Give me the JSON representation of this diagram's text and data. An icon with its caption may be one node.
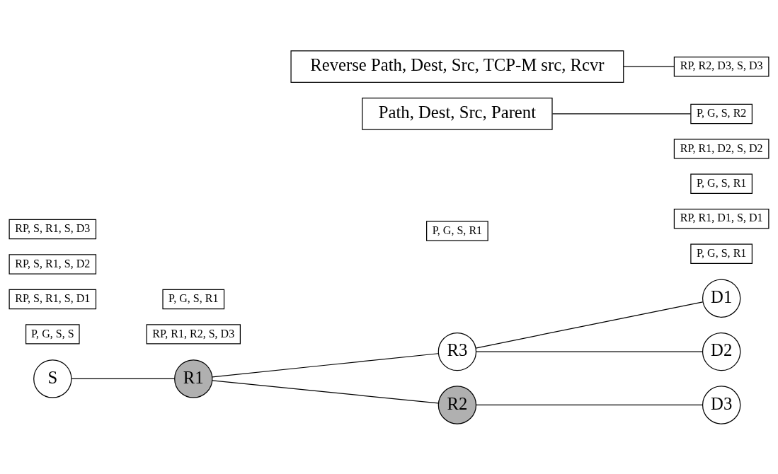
{
  "diagram": {
    "nodes": [
      {
        "text": [
          "D1"
        ]
      },
      {
        "text": [
          "P, G, S, R1"
        ]
      },
      {
        "text": [
          "RP, R1, D1, S, D1"
        ]
      },
      {
        "text": [
          "P, G, S, S"
        ]
      },
      {
        "text": [
          "P, G, S, R1"
        ]
      },
      {
        "text": [
          "S"
        ]
      },
      {
        "text": [
          "R1"
        ]
      },
      {
        "text": [
          "R3"
        ]
      },
      {
        "text": [
          "RP, S, R1, S, D1"
        ]
      },
      {
        "text": [
          "RP, S, R1, S, D2"
        ]
      },
      {
        "text": [
          "RP, R1, R2, S, D3"
        ]
      },
      {
        "text": [
          "P, G, S, R1"
        ]
      },
      {
        "text": [
          "RP, S, R1, S, D3"
        ]
      },
      {
        "text": [
          "RP, R1, D2, S, D2"
        ]
      },
      {
        "text": [
          "D2"
        ]
      },
      {
        "text": [
          "P, G, S, R1"
        ]
      },
      {
        "text": [
          "R2"
        ]
      },
      {
        "text": [
          "P, G, S, R2"
        ]
      },
      {
        "text": [
          "Path, Dest, Src, Parent"
        ]
      },
      {
        "text": [
          "D3"
        ]
      },
      {
        "text": [
          "RP, R2, D3, S, D3"
        ]
      },
      {
        "text": [
          "Reverse Path, Dest, Src, TCP-M src, Rcvr"
        ]
      }
    ],
    "edges": [
      {
        "from": 5,
        "to": 6,
        "arrow": "none"
      },
      {
        "from": 6,
        "to": 7,
        "arrow": "none"
      },
      {
        "from": 7,
        "to": 0,
        "arrow": "none"
      },
      {
        "from": 7,
        "to": 14,
        "arrow": "none"
      },
      {
        "from": 6,
        "to": 16,
        "arrow": "none"
      },
      {
        "from": 16,
        "to": 19,
        "arrow": "none"
      },
      {
        "from": 18,
        "to": 17,
        "arrow": "none"
      },
      {
        "from": 21,
        "to": 20,
        "arrow": "none"
      }
    ]
  }
}
